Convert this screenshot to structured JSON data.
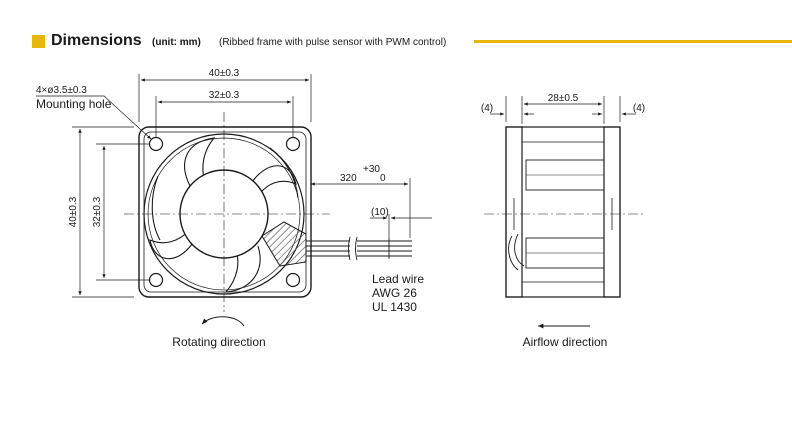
{
  "title": {
    "main": "Dimensions",
    "unit": "(unit: mm)",
    "note": "(Ribbed frame with pulse sensor with PWM control)",
    "accent_color": "#e8b70b"
  },
  "front_view": {
    "width_outer": "40±0.3",
    "width_inner": "32±0.3",
    "height_outer": "40±0.3",
    "height_inner": "32±0.3",
    "mounting_hole_spec": "4×ø3.5±0.3",
    "mounting_hole_label": "Mounting hole",
    "lead_length_tol": "+30",
    "lead_length": "320",
    "lead_length_tol_lower": "0",
    "strip_length": "(10)",
    "lead_wire_label": "Lead wire",
    "lead_wire_awg": "AWG 26",
    "lead_wire_ul": "UL 1430",
    "rotation_label": "Rotating direction"
  },
  "side_view": {
    "depth": "28±0.5",
    "left_margin": "(4)",
    "right_margin": "(4)",
    "airflow_label": "Airflow direction"
  },
  "icons": {
    "rotation": "curved-arrow-icon",
    "airflow": "left-arrow-icon"
  }
}
